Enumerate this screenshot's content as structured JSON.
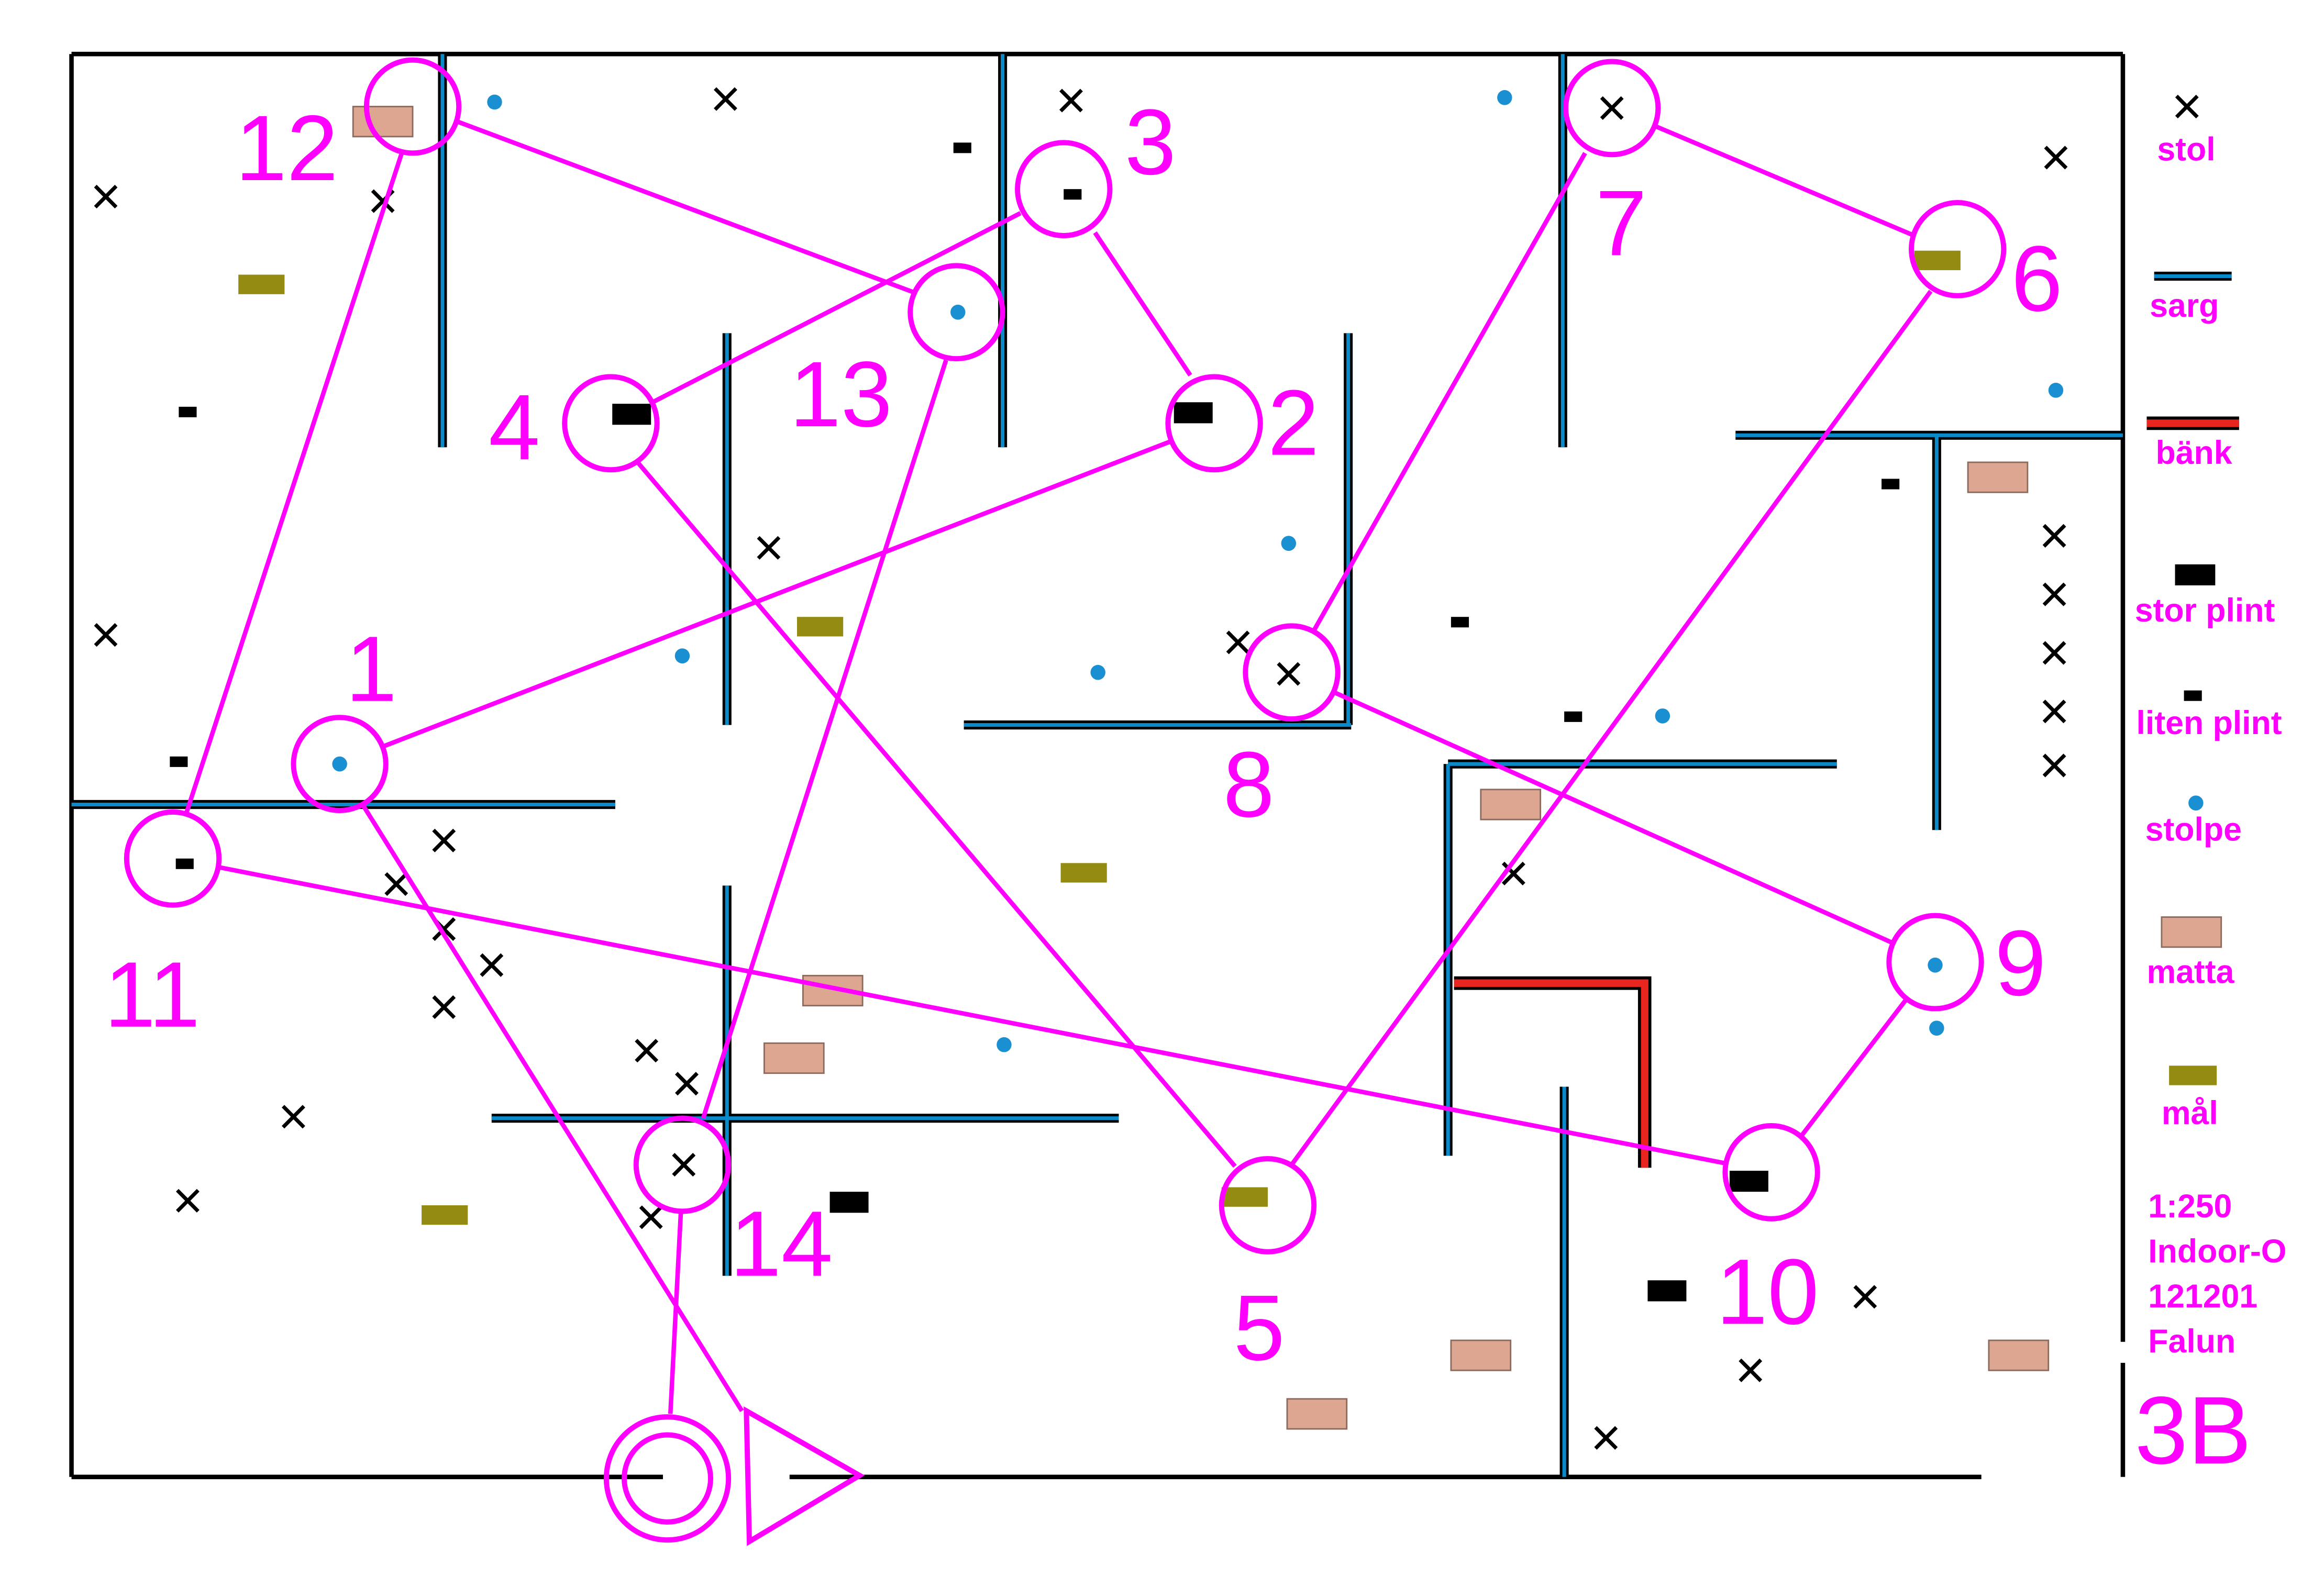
{
  "map": {
    "scale": "1:250",
    "event": "Indoor-O",
    "date": "121201",
    "place": "Falun",
    "course": "3B"
  },
  "controls": [
    {
      "number": "1"
    },
    {
      "number": "2"
    },
    {
      "number": "3"
    },
    {
      "number": "4"
    },
    {
      "number": "5"
    },
    {
      "number": "6"
    },
    {
      "number": "7"
    },
    {
      "number": "8"
    },
    {
      "number": "9"
    },
    {
      "number": "10"
    },
    {
      "number": "11"
    },
    {
      "number": "12"
    },
    {
      "number": "13"
    },
    {
      "number": "14"
    }
  ],
  "legend": [
    {
      "key": "stol",
      "label": "stol",
      "icon": "chair-cross-icon"
    },
    {
      "key": "sarg",
      "label": "sarg",
      "icon": "barrier-line-icon"
    },
    {
      "key": "bank",
      "label": "bänk",
      "icon": "bench-line-icon"
    },
    {
      "key": "stor_plint",
      "label": "stor plint",
      "icon": "large-box-icon"
    },
    {
      "key": "liten_plint",
      "label": "liten plint",
      "icon": "small-box-icon"
    },
    {
      "key": "stolpe",
      "label": "stolpe",
      "icon": "pole-dot-icon"
    },
    {
      "key": "matta",
      "label": "matta",
      "icon": "mat-icon"
    },
    {
      "key": "mal",
      "label": "mål",
      "icon": "goal-icon"
    }
  ],
  "colors": {
    "course": "#ff00ff",
    "barrier": "#0b8ac9",
    "bench": "#e8251f",
    "mat": "#dca690",
    "goal": "#948c12",
    "pole": "#1a8fd1",
    "ink": "#000000"
  }
}
